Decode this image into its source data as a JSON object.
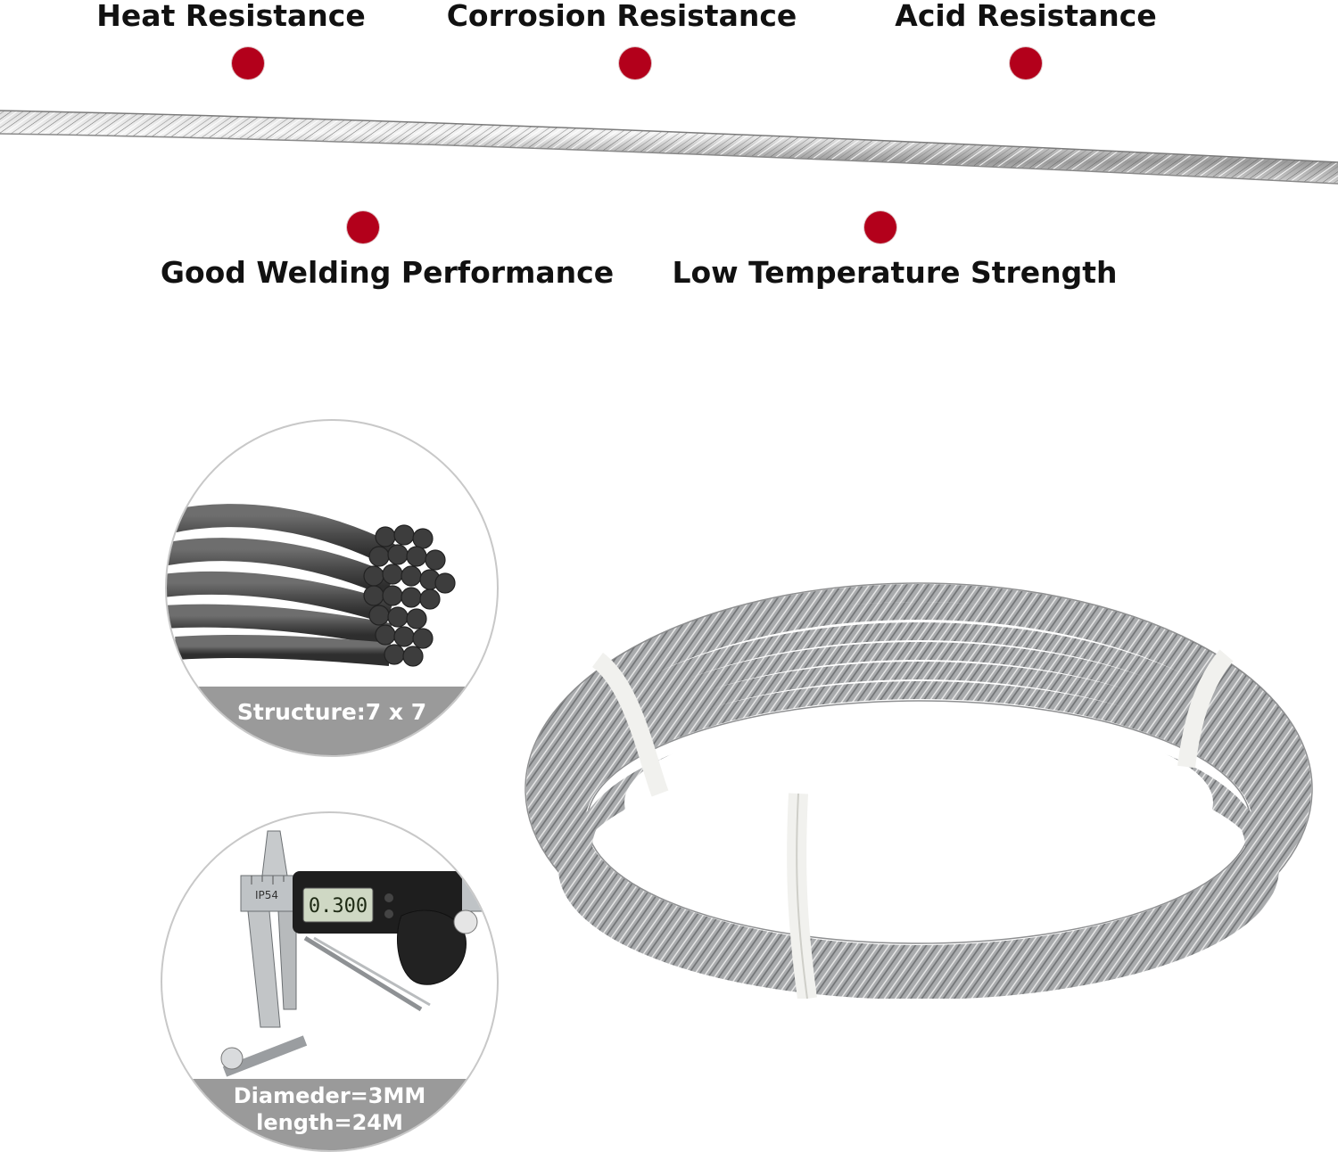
{
  "features": {
    "heat": "Heat Resistance",
    "corrosion": "Corrosion Resistance",
    "acid": "Acid Resistance",
    "welding": "Good Welding Performance",
    "low_temp": "Low Temperature Strength"
  },
  "structure_inset": {
    "label": "Structure:7 x 7"
  },
  "caliper_inset": {
    "reading": "0.300",
    "brand_mark": "IP54",
    "line1": "Diameder=3MM",
    "line2": "length=24M"
  },
  "colors": {
    "dot": "#b3001b",
    "band": "#9a9a9a",
    "steel": "#8c8c8c"
  },
  "icons": {
    "bullet": "red-dot-icon"
  }
}
